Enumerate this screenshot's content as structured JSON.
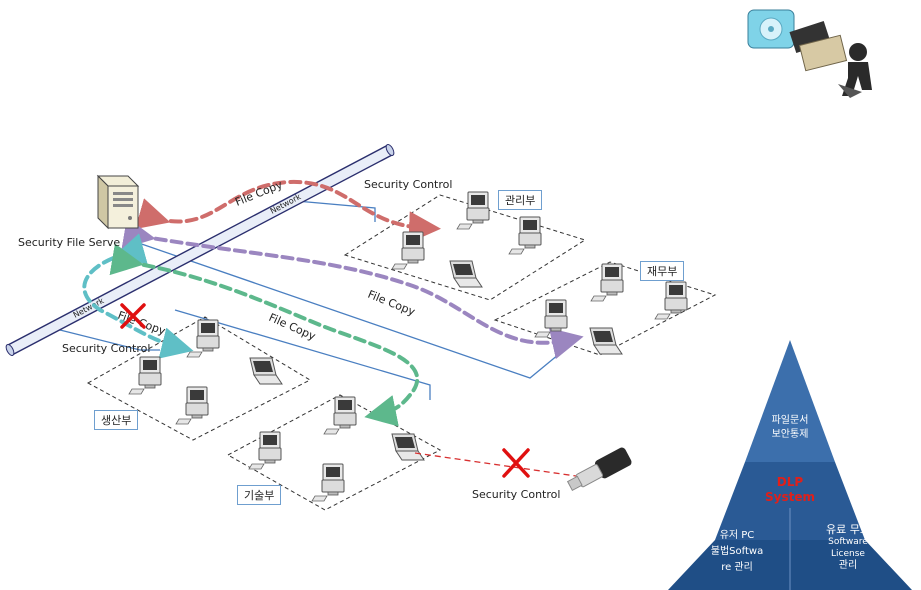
{
  "server": {
    "label": "Security File Serve"
  },
  "network": {
    "label": "Network"
  },
  "flows": {
    "file_copy": "File Copy"
  },
  "security_control": "Security Control",
  "depts": {
    "gwanri": "관리부",
    "jaemu": "재무부",
    "saengsan": "생산부",
    "gisul": "기술부"
  },
  "pyramid": {
    "top": [
      "파일문서",
      "보안통제"
    ],
    "mid": [
      "DLP",
      "System"
    ],
    "left": [
      "유저 PC",
      "불법Softwa",
      "re 관리"
    ],
    "right": [
      "유료 무료",
      "Software",
      "License",
      "관리"
    ]
  },
  "colors": {
    "red_flow": "#cf6d6b",
    "purple_flow": "#9b86c0",
    "teal_flow": "#5fbfc6",
    "green_flow": "#5db88c",
    "pyramid_top": "#3c6fac",
    "pyramid_mid": "#2a5a95",
    "pyramid_base": "#1f4e86",
    "dlp_text": "#e0201a",
    "blocked": "#e01010"
  }
}
